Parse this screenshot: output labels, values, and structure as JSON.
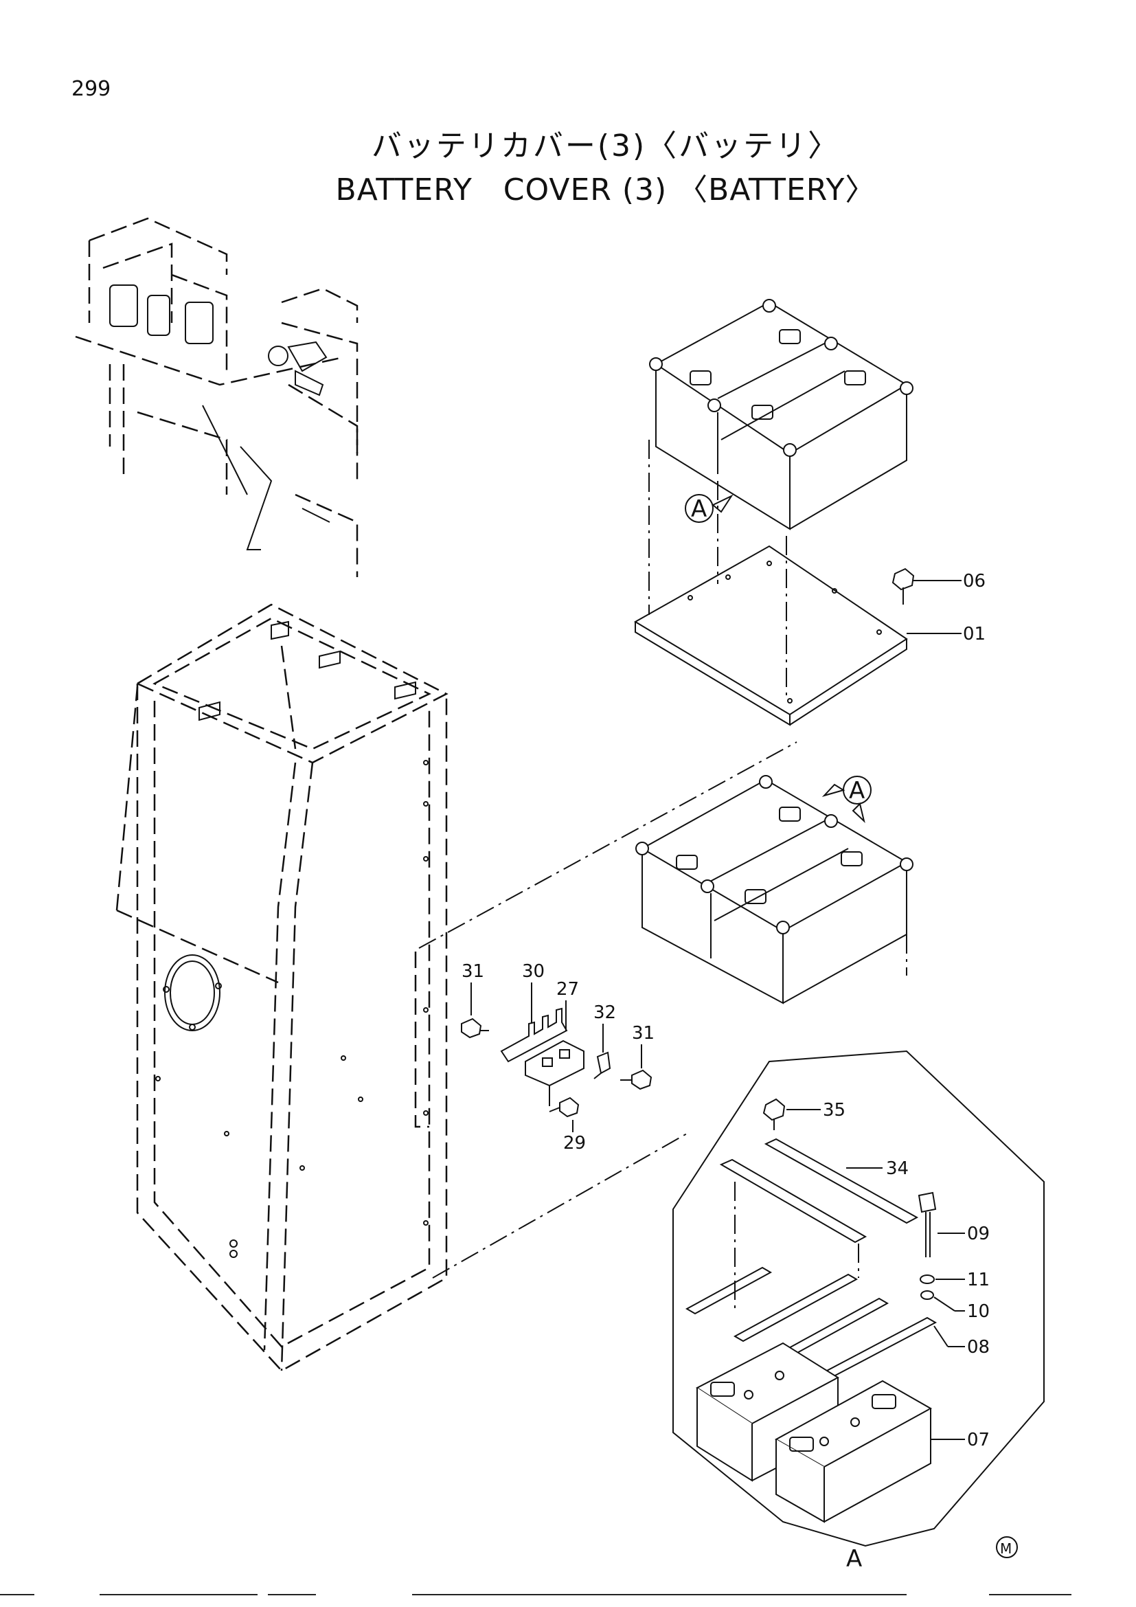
{
  "page": {
    "number": "299"
  },
  "title": {
    "japanese": "バッテリカバー(3)〈バッテリ〉",
    "english": "BATTERY   COVER (3) 〈BATTERY〉"
  },
  "parts": [
    {
      "label": "06"
    },
    {
      "label": "01"
    },
    {
      "label": "31"
    },
    {
      "label": "30"
    },
    {
      "label": "27"
    },
    {
      "label": "32"
    },
    {
      "label": "31"
    },
    {
      "label": "29"
    },
    {
      "label": "35"
    },
    {
      "label": "34"
    },
    {
      "label": "09"
    },
    {
      "label": "11"
    },
    {
      "label": "10"
    },
    {
      "label": "08"
    },
    {
      "label": "07"
    }
  ],
  "view_markers": {
    "marker_upper": "A",
    "marker_lower": "A",
    "detail_label": "A"
  },
  "symbol": {
    "mark": "M"
  }
}
